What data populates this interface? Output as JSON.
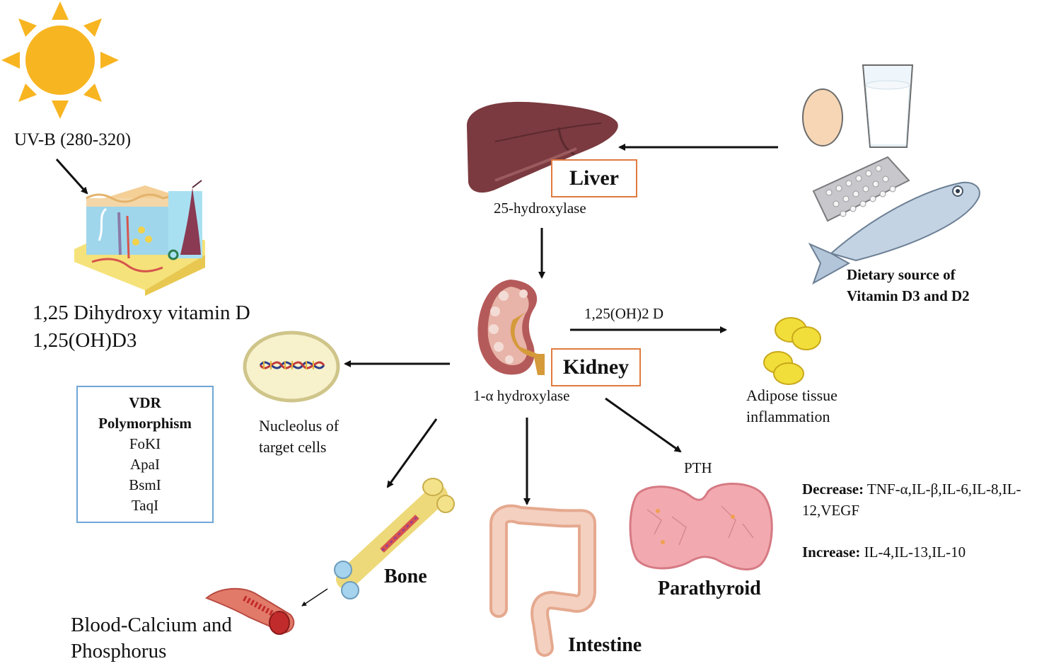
{
  "uv": {
    "label": "UV-B (280-320)"
  },
  "skin": {
    "line1": "1,25 Dihydroxy vitamin D",
    "line2": "1,25(OH)D3"
  },
  "vdr": {
    "title1": "VDR",
    "title2": "Polymorphism",
    "items": [
      "FoKI",
      "ApaI",
      "BsmI",
      "TaqI"
    ]
  },
  "liver": {
    "label": "Liver",
    "enzyme": "25-hydroxylase"
  },
  "diet": {
    "line1": "Dietary source of",
    "line2": "Vitamin D3 and D2"
  },
  "kidney": {
    "label": "Kidney",
    "enzyme": "1-α hydroxylase",
    "product": "1,25(OH)2 D"
  },
  "adipose": {
    "line1": "Adipose tissue",
    "line2": "inflammation"
  },
  "nucleolus": {
    "line1": "Nucleolus of",
    "line2": "target cells"
  },
  "pth": {
    "label": "PTH"
  },
  "parathyroid": {
    "label": "Parathyroid"
  },
  "cytokines": {
    "decrease_label": "Decrease:",
    "decrease_line1": " TNF-α,IL-β,IL-6,IL-8,IL-",
    "decrease_line2": "12,VEGF",
    "increase_label": "Increase:",
    "increase_values": " IL-4,IL-13,IL-10"
  },
  "bone": {
    "label": "Bone"
  },
  "intestine": {
    "label": "Intestine"
  },
  "blood": {
    "line1": "Blood-Calcium and",
    "line2": "Phosphorus"
  },
  "colors": {
    "sun": "#f8b522",
    "liver": "#7a3a3f",
    "box_orange": "#e07a3f",
    "box_blue": "#6fa6d6",
    "arrow": "#111111"
  }
}
